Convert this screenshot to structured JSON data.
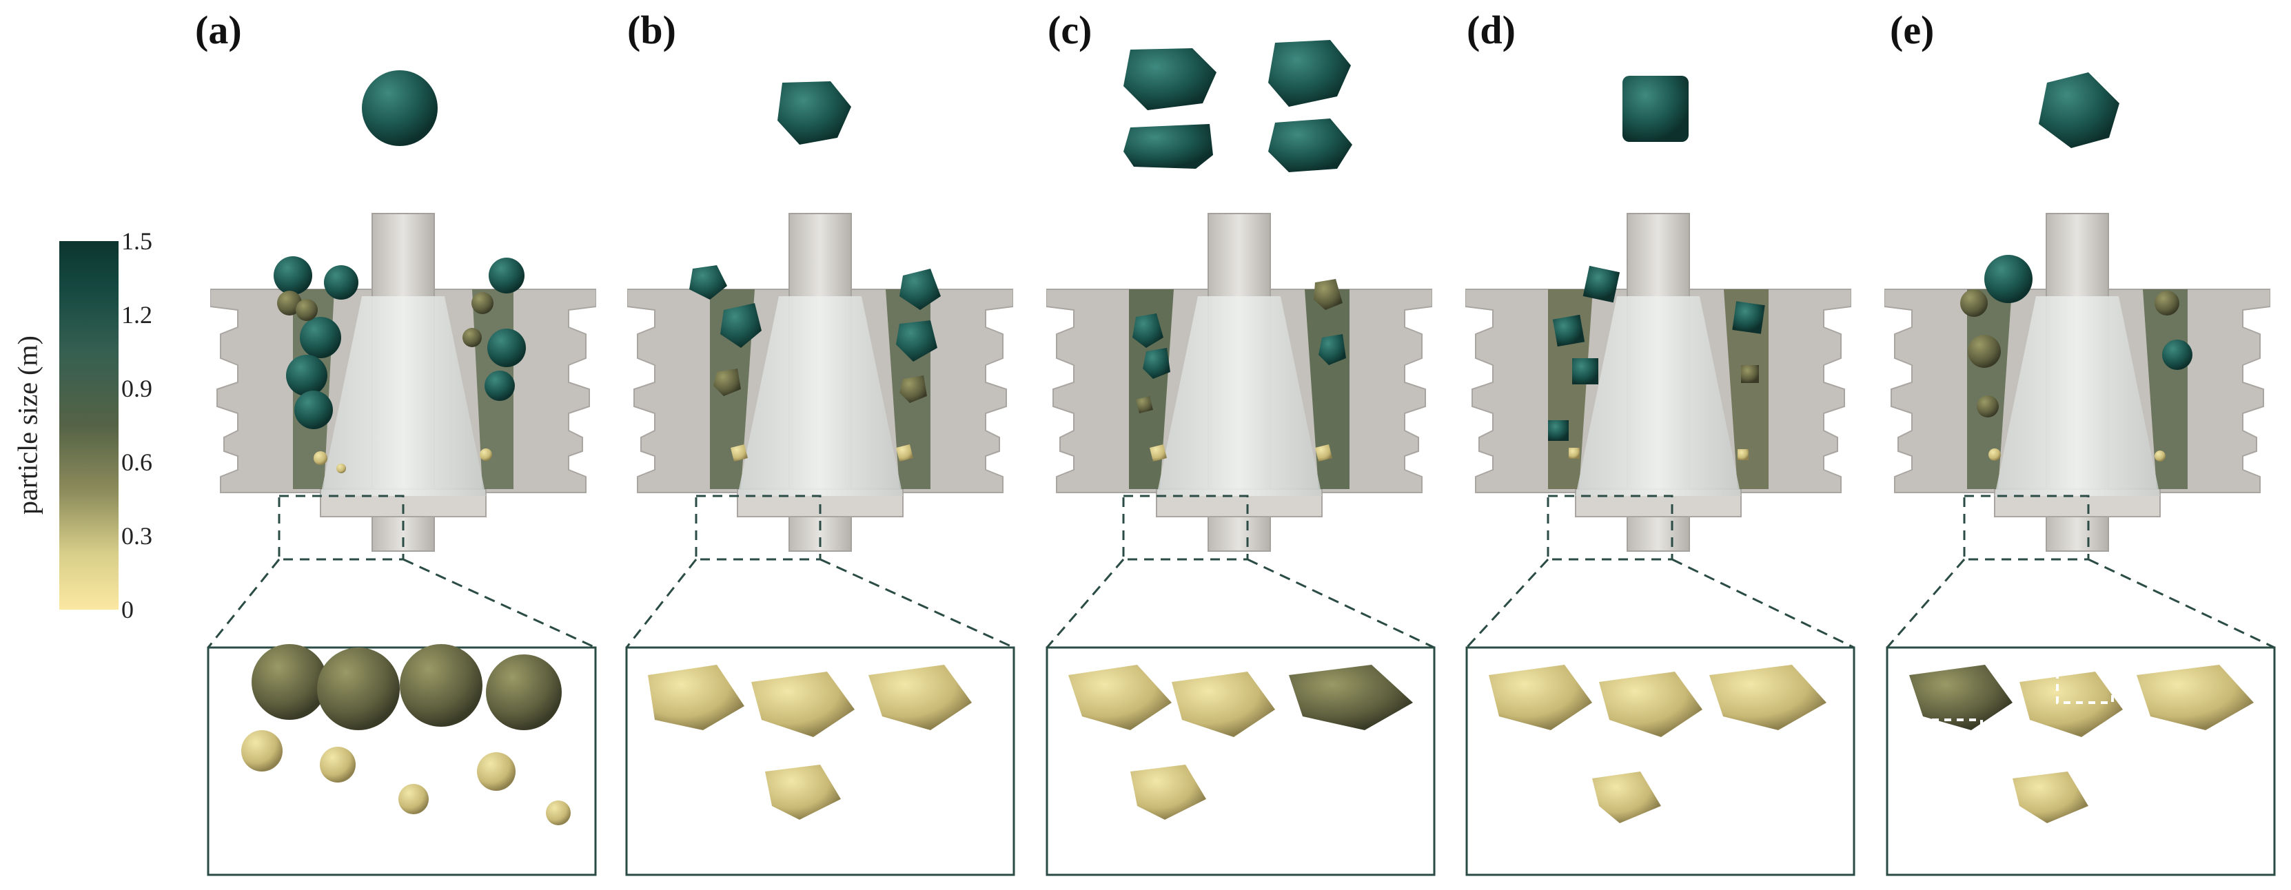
{
  "panels": [
    "(a)",
    "(b)",
    "(c)",
    "(d)",
    "(e)"
  ],
  "colorbar": {
    "title": "particle size (m)",
    "ticks": [
      "1.5",
      "1.2",
      "0.9",
      "0.6",
      "0.3",
      "0"
    ],
    "colors": [
      "#fbe8a2",
      "#8d8c5c",
      "#355f51",
      "#0d3530"
    ]
  },
  "particle_shapes": [
    "sphere",
    "polyhedron",
    "polyhedra",
    "cube",
    "polyhedron"
  ]
}
